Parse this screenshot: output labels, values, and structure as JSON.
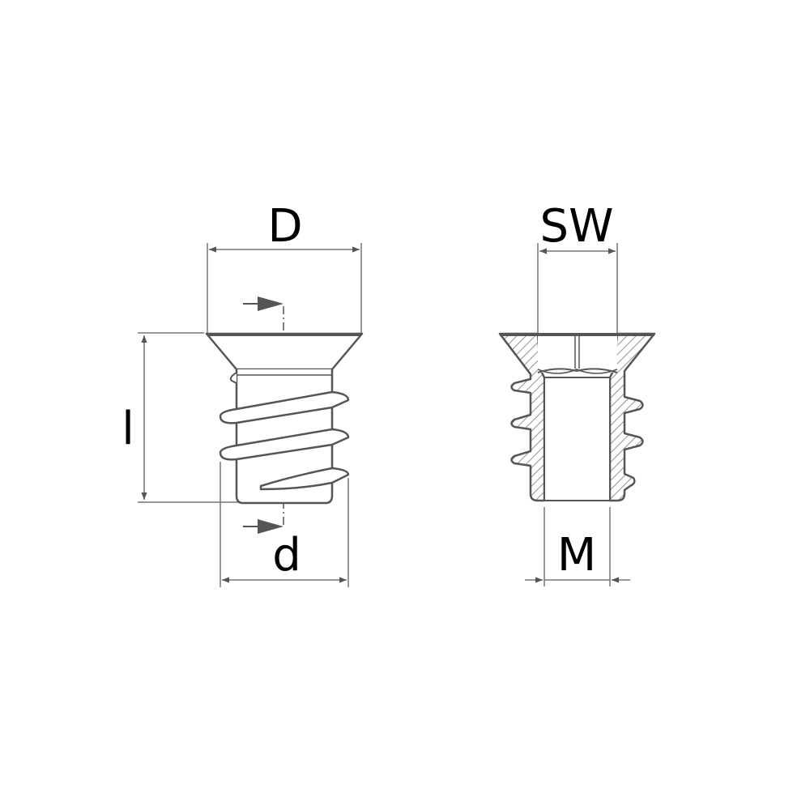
{
  "diagram": {
    "title": "Threaded insert with flange – dimension drawing",
    "views": [
      {
        "id": "side-view",
        "description": "External view of insert with wood thread"
      },
      {
        "id": "section-view",
        "description": "Sectional view showing hex socket and internal thread"
      }
    ],
    "labels": {
      "head_diameter": "D",
      "length": "l",
      "thread_diameter": "d",
      "wrench_size": "SW",
      "metric_thread": "M"
    },
    "colors": {
      "line": "#555555",
      "dim_line": "#777777",
      "text": "#000000",
      "background": "#ffffff"
    }
  }
}
